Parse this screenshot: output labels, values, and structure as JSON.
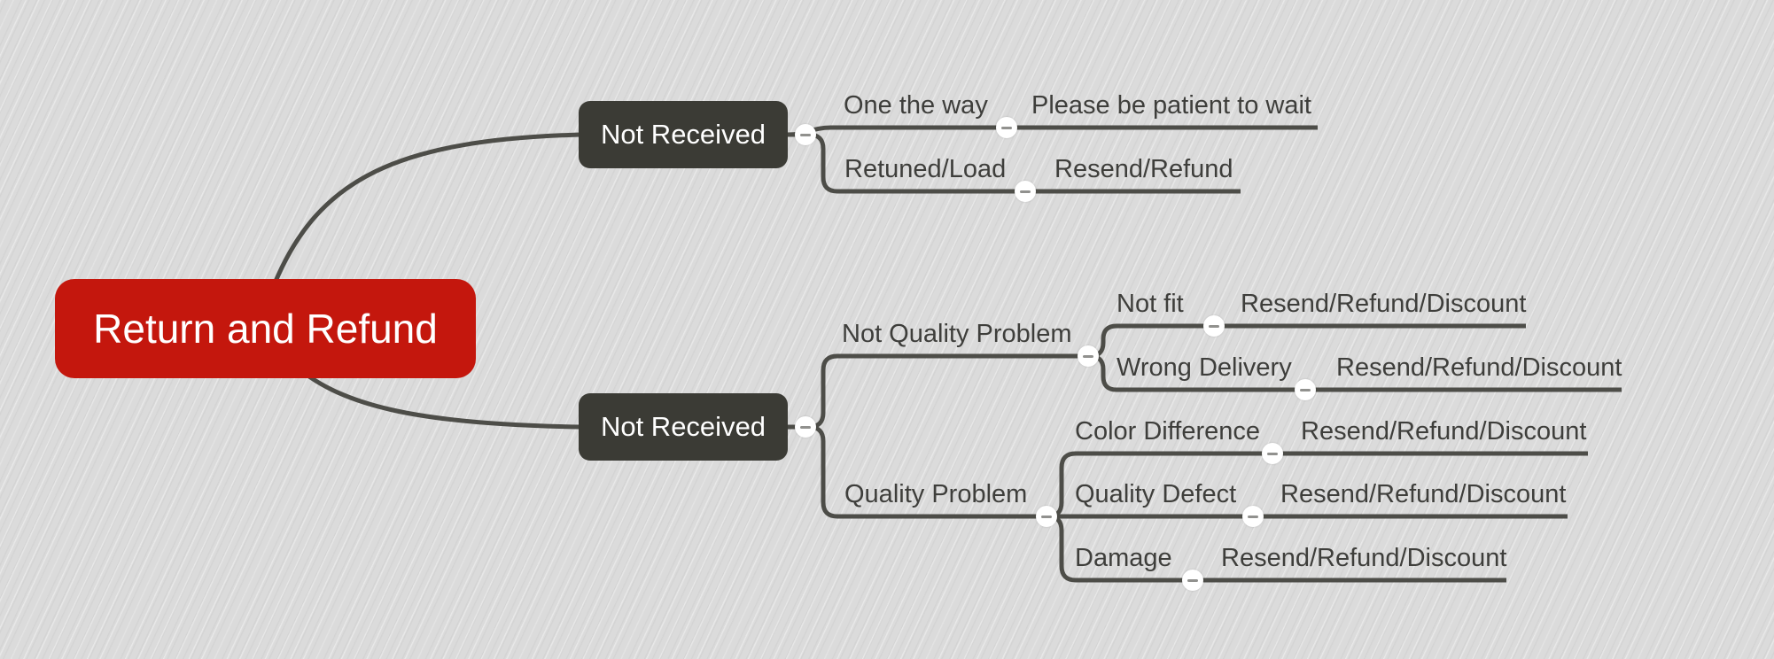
{
  "map": {
    "root": {
      "label": "Return and Refund"
    },
    "branches": [
      {
        "label": "Not Received",
        "children": [
          {
            "label": "One the way",
            "children": [
              {
                "label": "Please be patient to wait"
              }
            ]
          },
          {
            "label": "Retuned/Load",
            "children": [
              {
                "label": "Resend/Refund"
              }
            ]
          }
        ]
      },
      {
        "label": "Not Received",
        "children": [
          {
            "label": "Not Quality Problem",
            "children": [
              {
                "label": "Not fit",
                "children": [
                  {
                    "label": "Resend/Refund/Discount"
                  }
                ]
              },
              {
                "label": "Wrong Delivery",
                "children": [
                  {
                    "label": "Resend/Refund/Discount"
                  }
                ]
              }
            ]
          },
          {
            "label": "Quality Problem",
            "children": [
              {
                "label": "Color Difference",
                "children": [
                  {
                    "label": "Resend/Refund/Discount"
                  }
                ]
              },
              {
                "label": "Quality Defect",
                "children": [
                  {
                    "label": "Resend/Refund/Discount"
                  }
                ]
              },
              {
                "label": "Damage",
                "children": [
                  {
                    "label": "Resend/Refund/Discount"
                  }
                ]
              }
            ]
          }
        ]
      }
    ],
    "colors": {
      "canvas_bg": "#dbdbdb",
      "root_bg": "#c4170d",
      "root_text": "#ffffff",
      "branch_bg": "#3b3b35",
      "branch_text": "#ffffff",
      "connector": "#4d4d48",
      "node_text": "#3e3e3b",
      "collapse_bg": "#ffffff",
      "collapse_glyph": "#91918e"
    }
  }
}
